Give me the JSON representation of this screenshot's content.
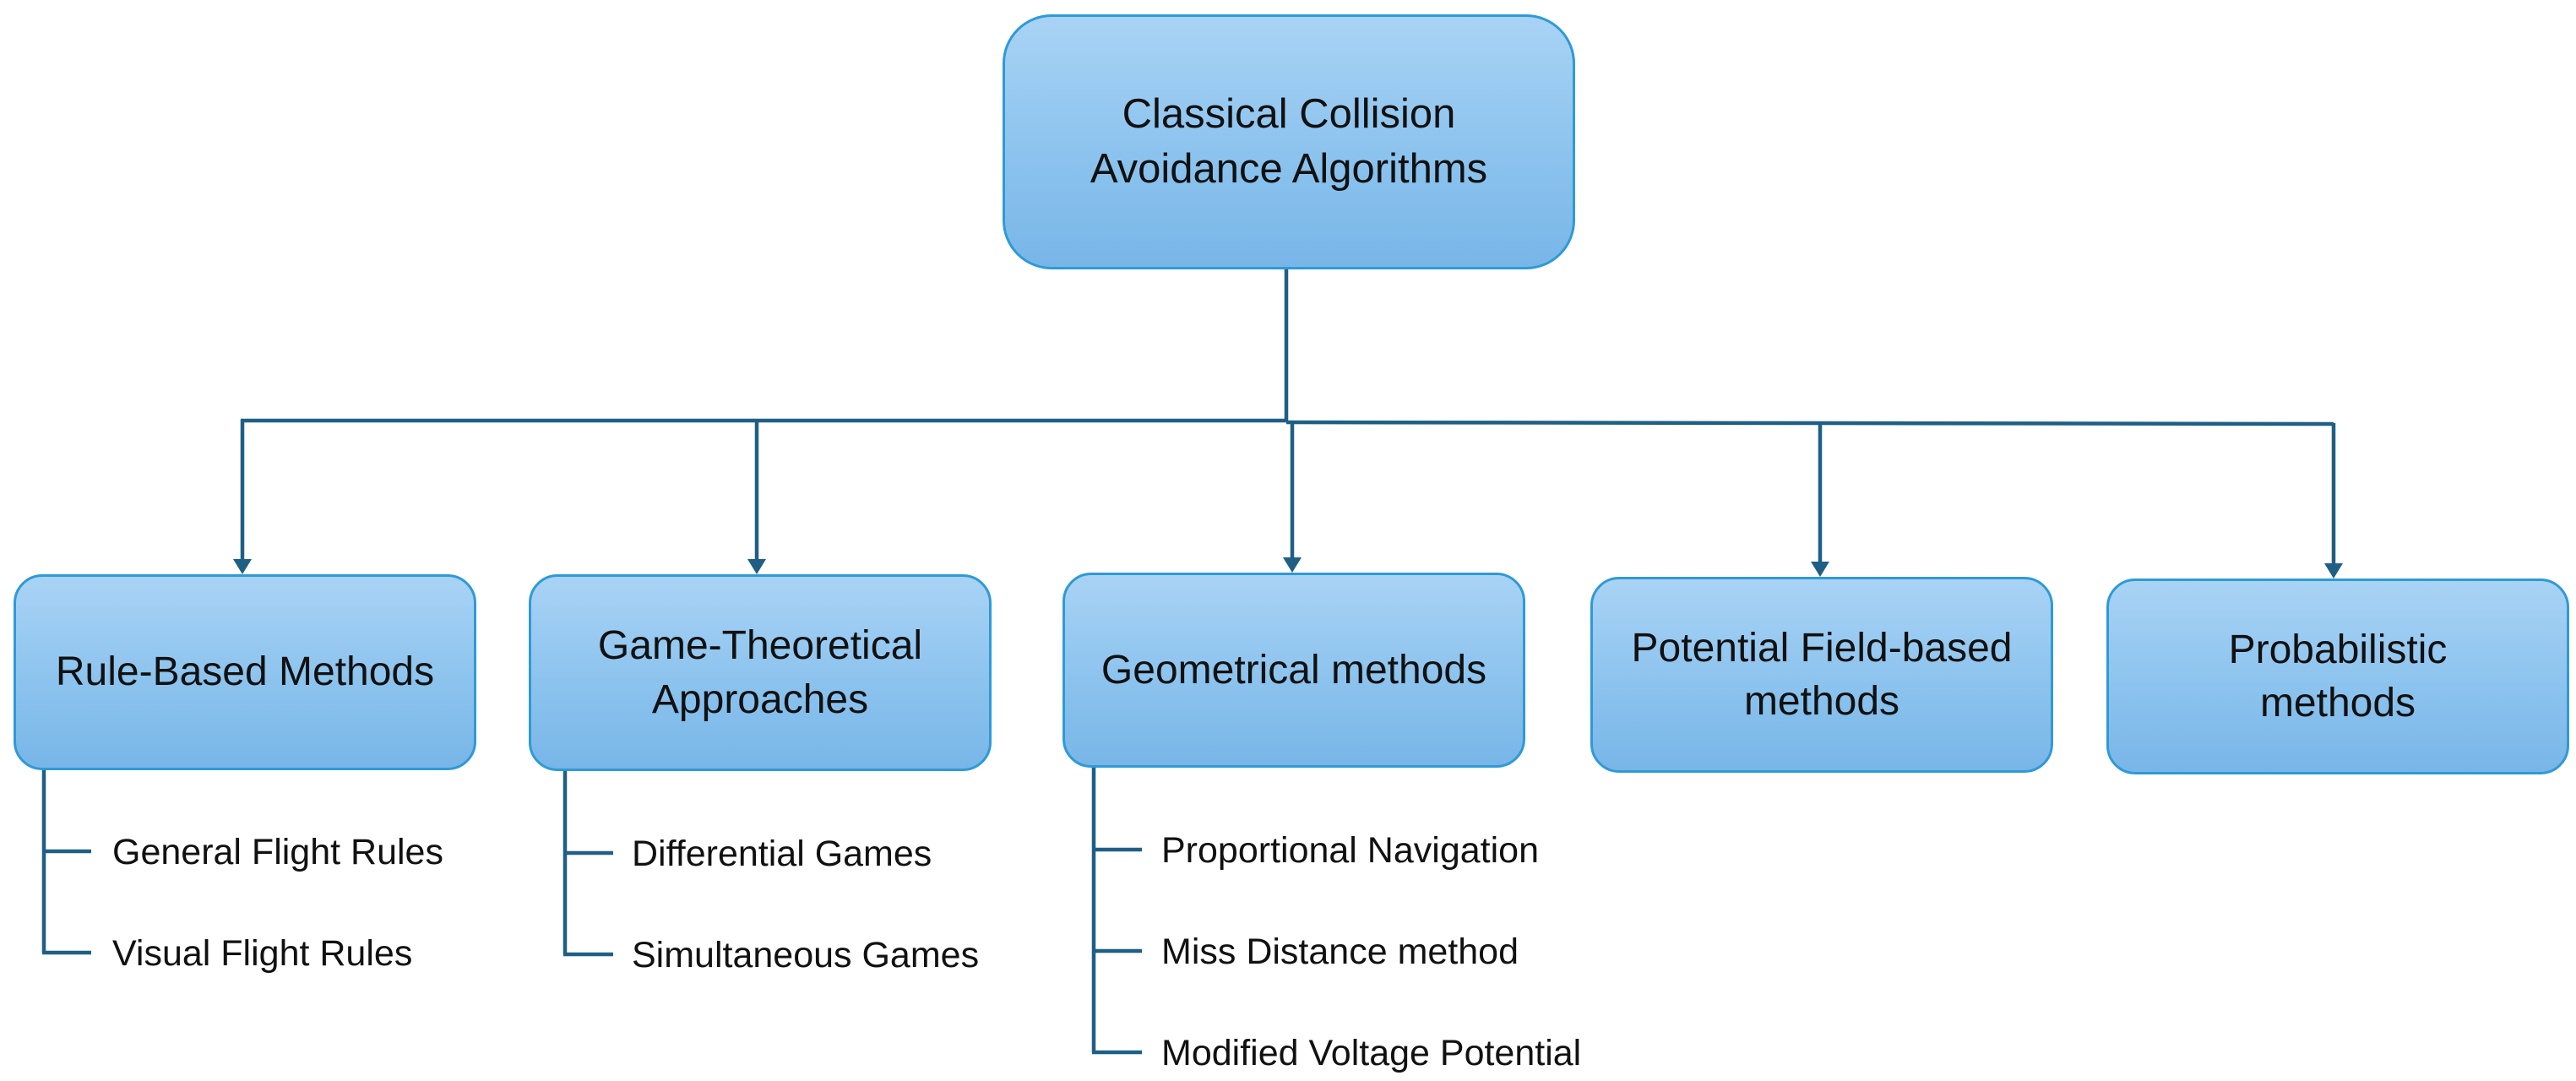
{
  "diagram": {
    "root": {
      "line1": "Classical Collision",
      "line2": "Avoidance Algorithms"
    },
    "categories": [
      {
        "line1": "Rule-Based Methods",
        "line2": "",
        "children": [
          "General Flight Rules",
          "Visual Flight Rules"
        ]
      },
      {
        "line1": "Game-Theoretical",
        "line2": "Approaches",
        "children": [
          "Differential Games",
          "Simultaneous Games"
        ]
      },
      {
        "line1": "Geometrical methods",
        "line2": "",
        "children": [
          "Proportional Navigation",
          "Miss Distance method",
          "Modified Voltage Potential"
        ]
      },
      {
        "line1": "Potential Field-based",
        "line2": "methods",
        "children": []
      },
      {
        "line1": "Probabilistic",
        "line2": "methods",
        "children": []
      }
    ]
  },
  "colors": {
    "box_fill_top": "#a9d3f5",
    "box_fill_bottom": "#78b6e8",
    "box_border": "#2e9ad6",
    "connector": "#1f5f86",
    "text": "#111111"
  }
}
